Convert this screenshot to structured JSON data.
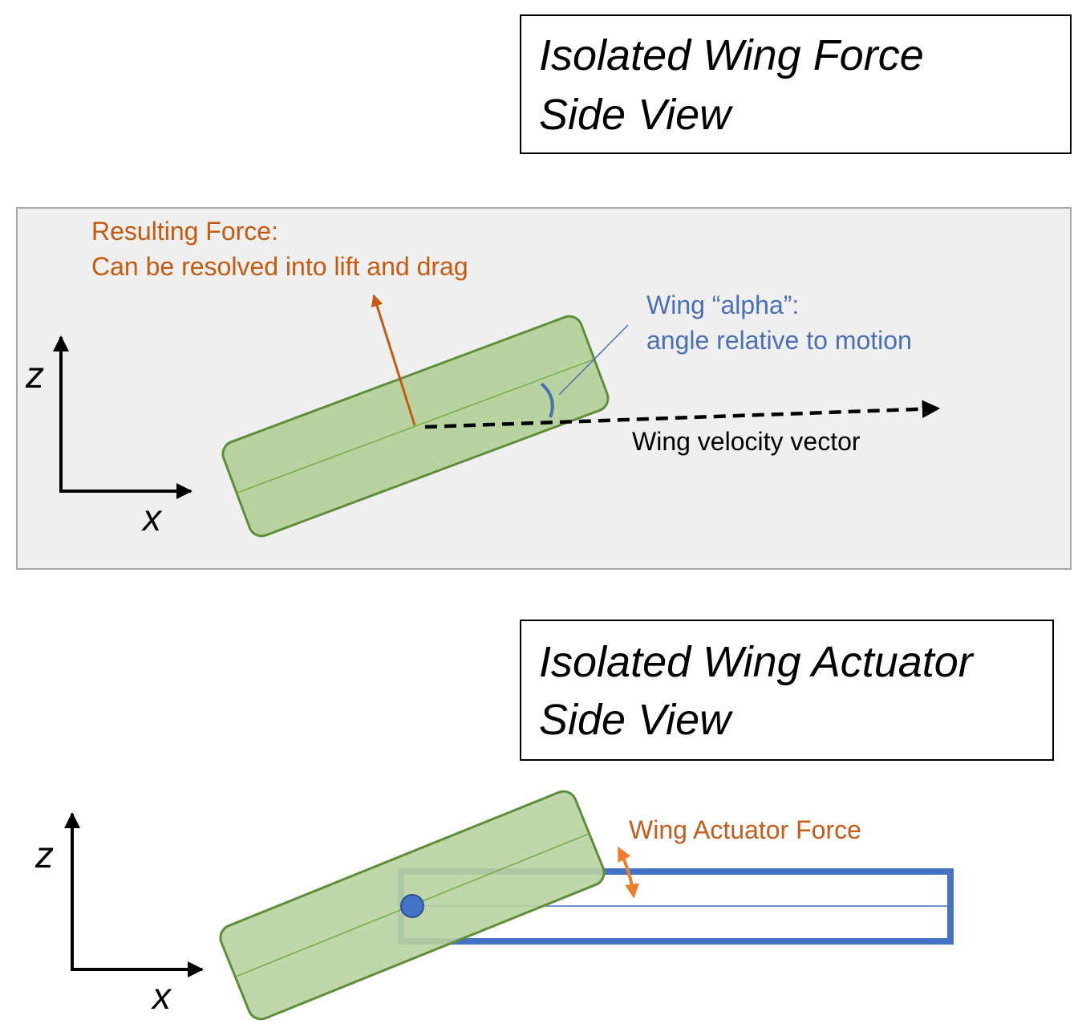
{
  "top_title": {
    "line1": "Isolated Wing Force",
    "line2": "Side View"
  },
  "force_panel": {
    "resulting_force_line1": "Resulting Force:",
    "resulting_force_line2": "Can be resolved into lift and drag",
    "alpha_line1": "Wing “alpha”:",
    "alpha_line2": "angle relative to motion",
    "velocity_label": "Wing velocity vector",
    "axis_z": "z",
    "axis_x": "x"
  },
  "bottom_title": {
    "line1": "Isolated Wing Actuator",
    "line2": "Side View"
  },
  "actuator_panel": {
    "actuator_label": "Wing Actuator Force",
    "axis_z": "z",
    "axis_x": "x"
  },
  "colors": {
    "wing_fill": "#b9d3a0",
    "wing_stroke": "#5f8e3a",
    "force_arrow": "#c55a11",
    "alpha_blue": "#4a6fb5",
    "actuator_frame": "#4472c4",
    "actuator_arrow": "#ed7d31",
    "panel_bg": "#efefef"
  }
}
